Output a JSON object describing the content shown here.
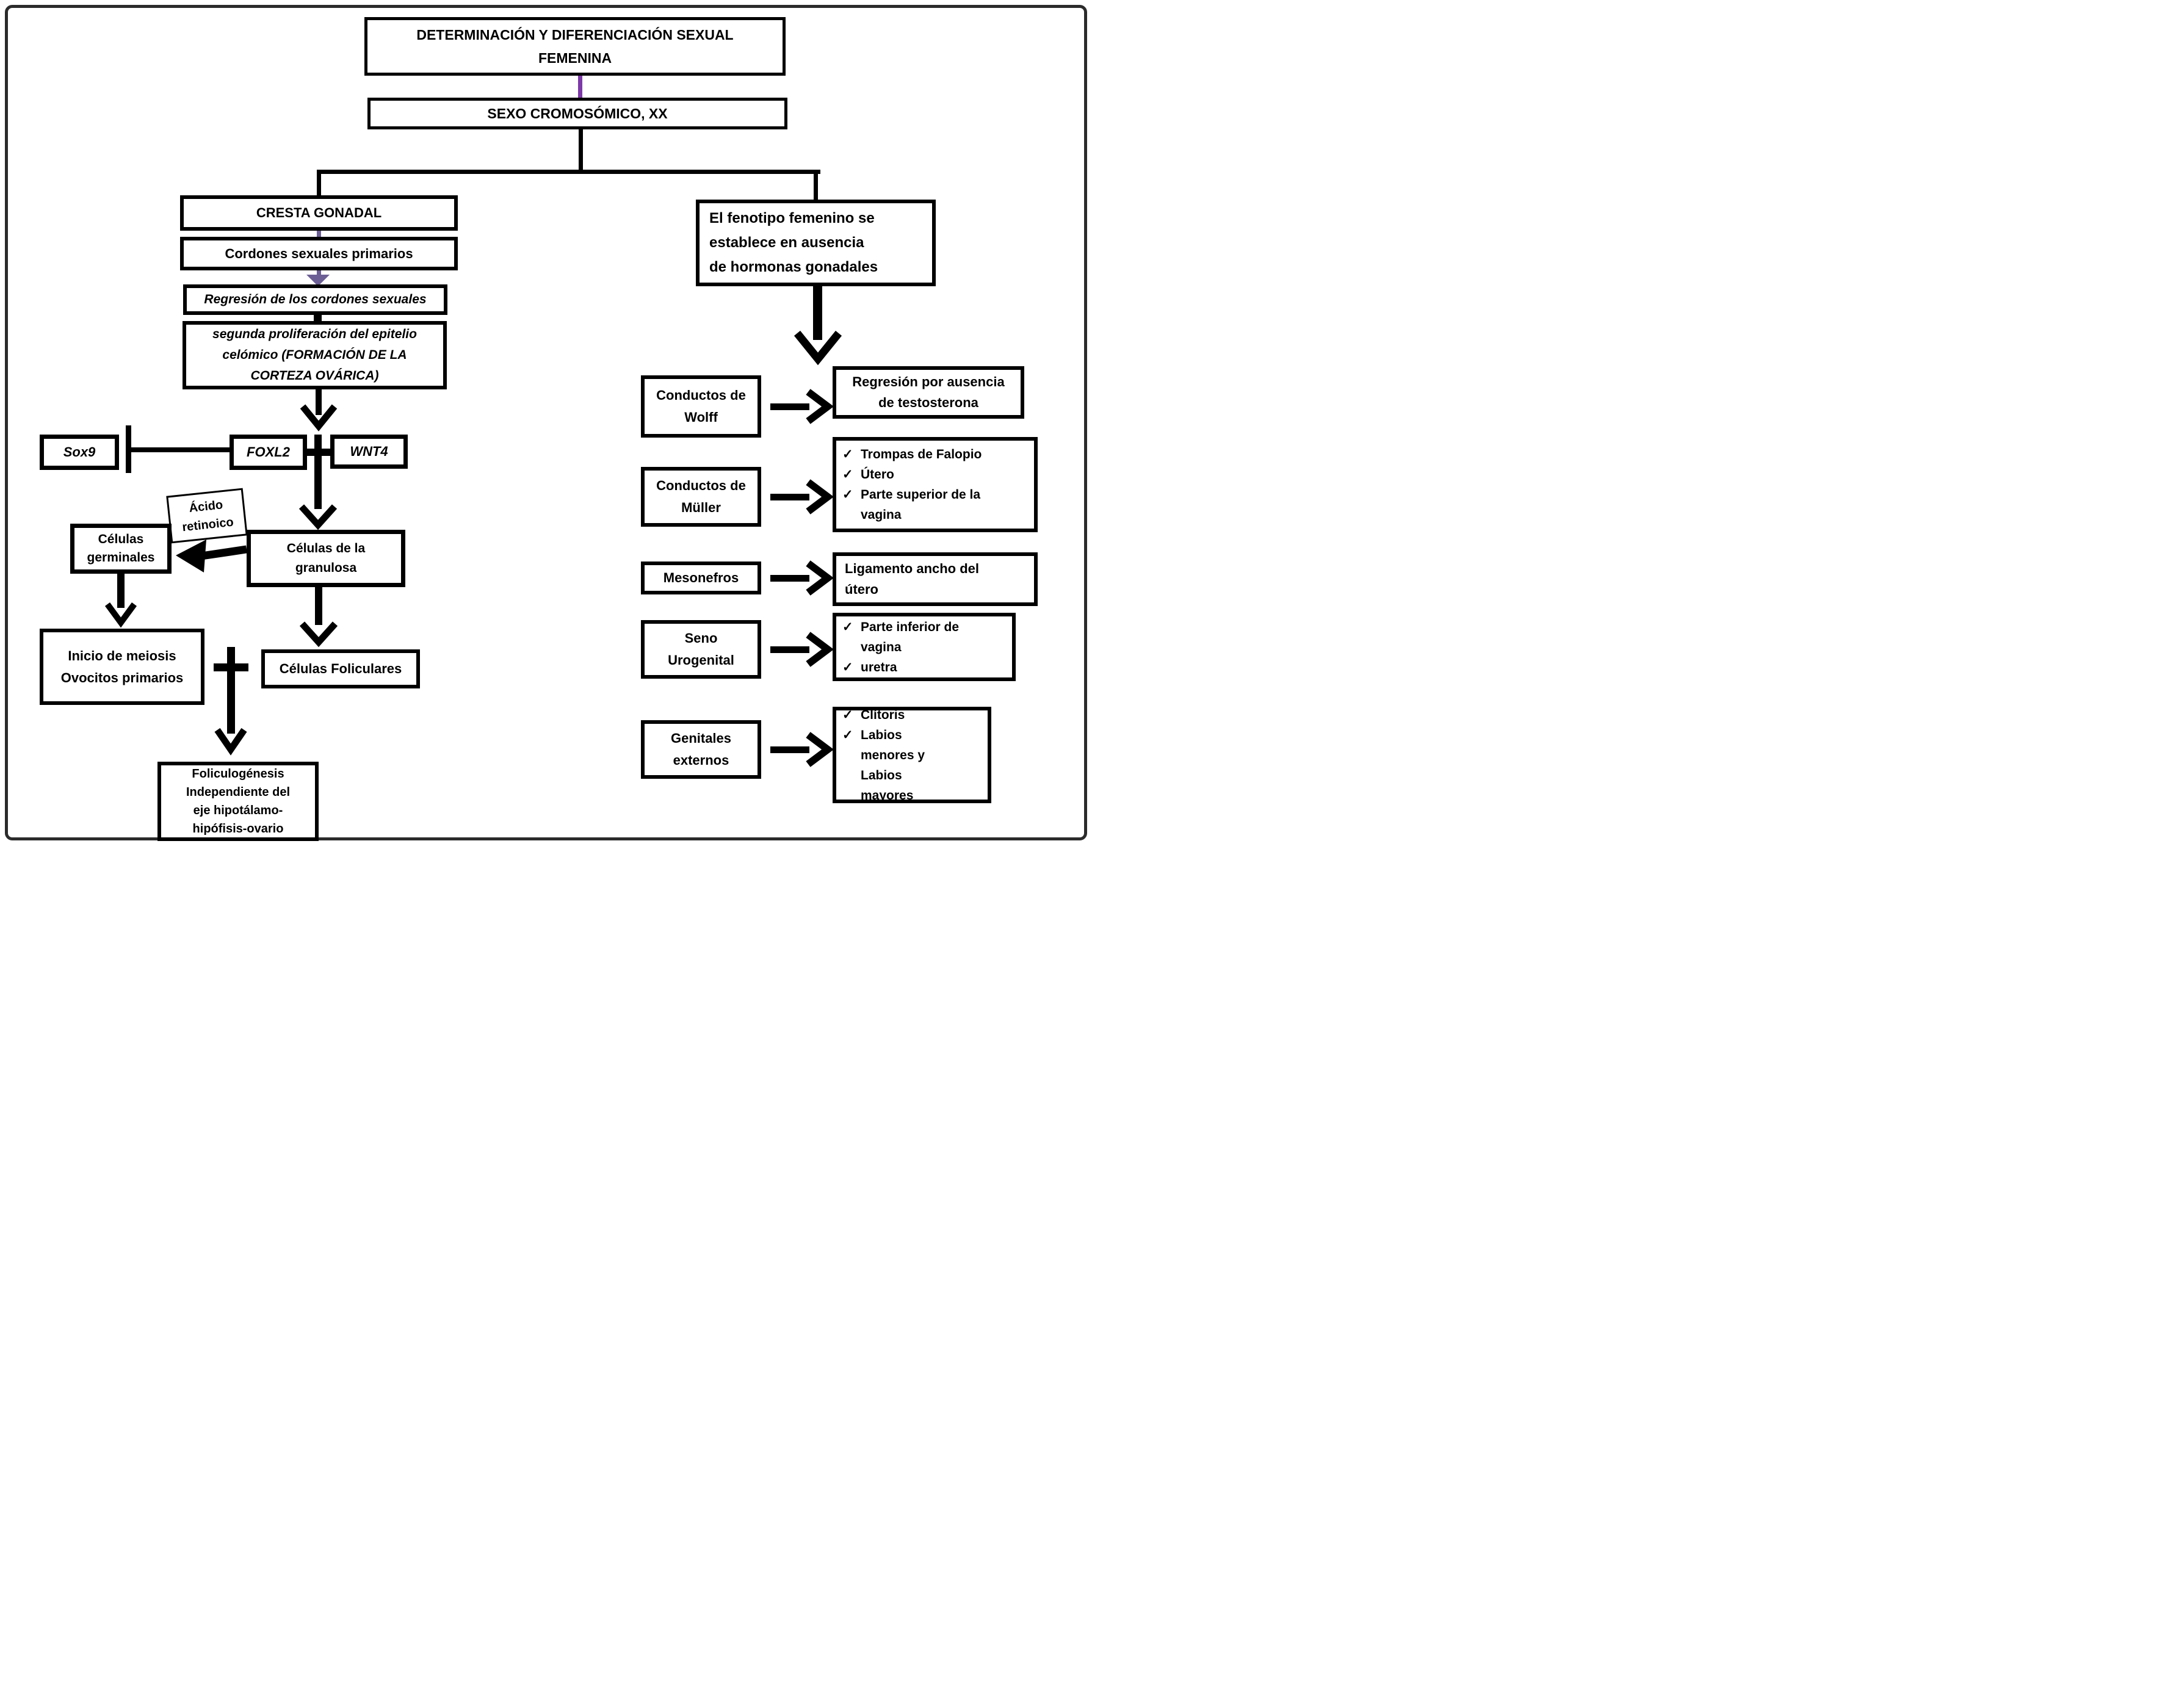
{
  "glyphs": {
    "check": "✓"
  },
  "colors": {
    "purple_bright": "#7e3aa8",
    "purple_muted": "#6c5f95",
    "line": "#000000",
    "frame": "#2b2b2b"
  },
  "header": {
    "title": "DETERMINACIÓN Y DIFERENCIACIÓN SEXUAL FEMENINA",
    "chromosomal_sex": "SEXO CROMOSÓMICO, XX"
  },
  "left": {
    "cresta": "CRESTA GONADAL",
    "cordones": "Cordones sexuales primarios",
    "regresion": "Regresión de los cordones sexuales",
    "segunda": "segunda proliferación del epitelio\ncelómico (FORMACIÓN DE LA\nCORTEZA OVÁRICA)",
    "sox9": "Sox9",
    "foxl2": "FOXL2",
    "wnt4": "WNT4",
    "acido": "Ácido\nretinoico",
    "germinales": "Células\ngerminales",
    "granulosa": "Células de la\ngranulosa",
    "inicio": "Inicio de meiosis\nOvocitos primarios",
    "foliculares": "Células Foliculares",
    "foliculogenesis": "Foliculogénesis\nIndependiente del\neje hipotálamo-\nhipófisis-ovario"
  },
  "right": {
    "fenotipo": "El fenotipo femenino se\nestablece en ausencia\nde hormonas gonadales",
    "rows": [
      {
        "label": "Conductos de\nWolff",
        "result": "Regresión por ausencia\nde testosterona"
      },
      {
        "label": "Conductos de\nMüller",
        "items": [
          "Trompas de Falopio",
          "Útero",
          "Parte superior de la vagina"
        ]
      },
      {
        "label": "Mesonefros",
        "result": "Ligamento ancho del\nútero"
      },
      {
        "label": "Seno\nUrogenital",
        "items": [
          "Parte inferior de vagina",
          "uretra"
        ]
      },
      {
        "label": "Genitales\nexternos",
        "items": [
          "Clítoris",
          "Labios menores y Labios mayores"
        ]
      }
    ]
  }
}
